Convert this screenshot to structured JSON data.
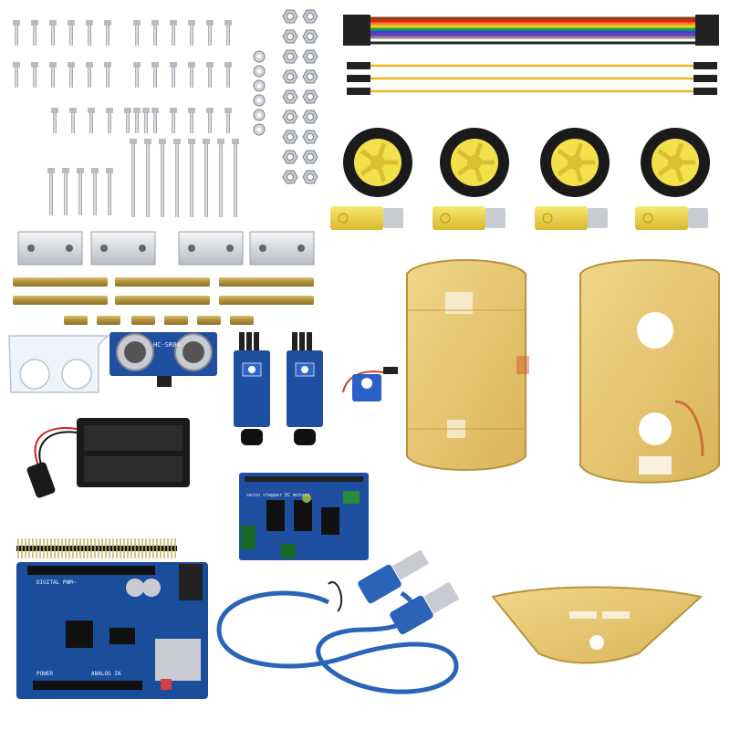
{
  "labels": {
    "sensor_model": "HC-SR04",
    "board_power": "POWER",
    "board_digital": "DIGITAL PWM~",
    "board_analog": "ANALOG IN",
    "shield_label": "servo stepper DC motors"
  },
  "colors": {
    "background": "#ffffff",
    "pcb_blue": "#1f4fa0",
    "acrylic": "#e6c36a",
    "wheel_yellow": "#f4e04a",
    "tire": "#1a1a1a",
    "motor_yellow": "#f3d94a",
    "cable_blue": "#2a63b8",
    "brass": "#b8a046",
    "steel": "#c8ccd2"
  }
}
